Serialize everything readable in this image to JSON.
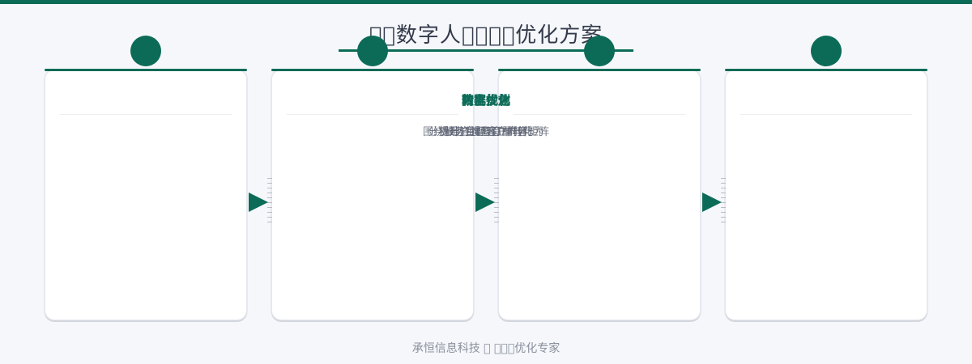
{
  "header": {
    "title": "􀀀􀀀数字人􀀀􀀀􀀀􀀀优化方案"
  },
  "steps": [
    {
      "icon": "",
      "icon_name": "step-1-icon"
    },
    {
      "icon": "",
      "icon_name": "step-2-icon"
    },
    {
      "icon": "",
      "icon_name": "step-3-icon"
    },
    {
      "icon": "",
      "icon_name": "step-4-icon"
    }
  ],
  "overlay": {
    "titles": [
      "内容规划",
      "数据优化",
      "精准投放",
      "转化优化"
    ],
    "descriptions": [
      "围绕服务主题建立内容矩阵",
      "分析用户搜索意图与行为",
      "触达目标客户群体",
      "提升咨询与订单转化"
    ]
  },
  "footer": {
    "text": "承恒信息科技 􀀀 􀀀􀀀􀀀优化专家"
  },
  "colors": {
    "accent": "#0b6b57",
    "background": "#f5f7fb"
  }
}
